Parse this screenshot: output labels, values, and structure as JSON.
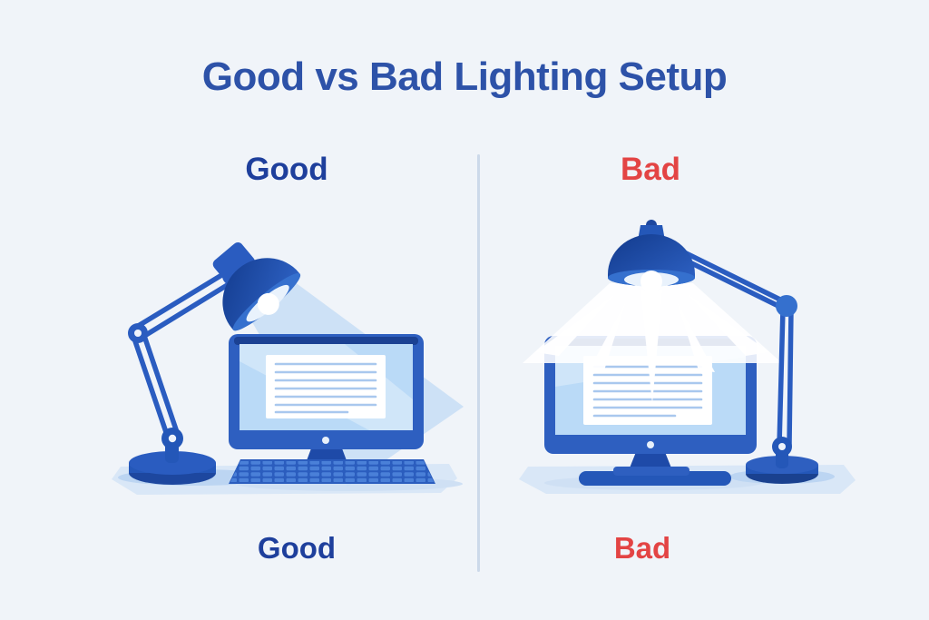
{
  "title": {
    "text": "Good vs Bad Lighting Setup"
  },
  "good_column": {
    "top_label": "Good",
    "bottom_label": "Good",
    "illustration": "desk lamp angled from the side casting a soft beam across the monitor"
  },
  "bad_column": {
    "top_label": "Bad",
    "bottom_label": "Bad",
    "illustration": "desk lamp aimed straight down above the monitor causing bright glare"
  },
  "colors": {
    "background": "#f0f4f9",
    "title_blue": "#2d52a8",
    "label_blue": "#1e3f9c",
    "label_red": "#e34444",
    "lamp_blue": "#2a5cc0",
    "lamp_navy": "#16418f",
    "monitor_frame": "#2e5fc0",
    "monitor_top_bar": "#1b4193",
    "screen_blue": "#badaf7",
    "document_white": "#ffffff",
    "document_line": "#a9c8ee",
    "light_beam": "#c7ddf6",
    "glare_white": "#ffffff",
    "desk": "#d9e7f7",
    "divider": "#ccd9ea"
  },
  "icons": {
    "good_side": [
      "desk-lamp-icon",
      "light-beam",
      "monitor-icon",
      "document-on-screen",
      "keyboard-icon",
      "desk-surface"
    ],
    "bad_side": [
      "desk-lamp-icon",
      "glare-burst",
      "monitor-icon",
      "document-on-screen",
      "desk-surface"
    ]
  }
}
